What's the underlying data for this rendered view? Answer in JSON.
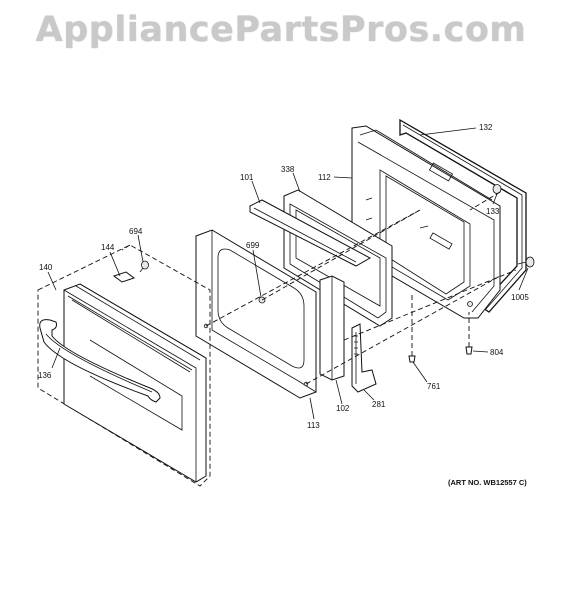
{
  "watermark": "AppliancePartsPros.com",
  "art_no": "(ART NO. WB12557 C)",
  "parts": {
    "p132": "132",
    "p338": "338",
    "p112": "112",
    "p101": "101",
    "p133": "133",
    "p694": "694",
    "p699": "699",
    "p144": "144",
    "p140": "140",
    "p1005": "1005",
    "p804": "804",
    "p136": "136",
    "p761": "761",
    "p102": "102",
    "p281": "281",
    "p113": "113"
  }
}
